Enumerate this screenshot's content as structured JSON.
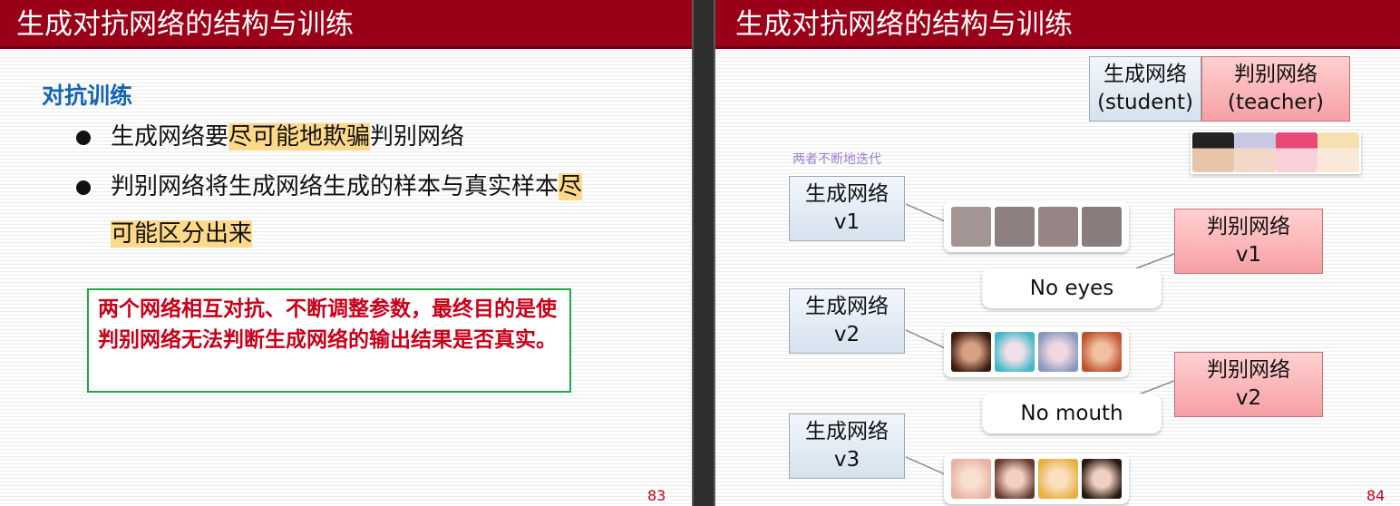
{
  "left_slide": {
    "title": "生成对抗网络的结构与训练",
    "heading": "对抗训练",
    "bullet1": {
      "pre": "生成网络要",
      "hl": "尽可能地欺骗",
      "post": "判别网络"
    },
    "bullet2": {
      "pre": "判别网络将生成网络生成的样本与真实样本",
      "hl": "尽",
      "hl2": "可能区分出来"
    },
    "callout": "两个网络相互对抗、不断调整参数，最终目的是使判别网络无法判断生成网络的输出结果是否真实。",
    "page_number": "83"
  },
  "right_slide": {
    "title": "生成对抗网络的结构与训练",
    "legend_student": {
      "line1": "生成网络",
      "line2": "(student)"
    },
    "legend_teacher": {
      "line1": "判别网络",
      "line2": "(teacher)"
    },
    "iterate_note": "两者不断地迭代",
    "gen_v1": {
      "line1": "生成网络",
      "line2": "v1"
    },
    "gen_v2": {
      "line1": "生成网络",
      "line2": "v2"
    },
    "gen_v3": {
      "line1": "生成网络",
      "line2": "v3"
    },
    "disc_v1": {
      "line1": "判别网络",
      "line2": "v1"
    },
    "disc_v2": {
      "line1": "判别网络",
      "line2": "v2"
    },
    "feedback_1": "No eyes",
    "feedback_2": "No mouth",
    "page_number": "84",
    "colors": {
      "title_bar": "#9b0019",
      "page_number": "#c0001a",
      "heading": "#1464b4"
    }
  }
}
